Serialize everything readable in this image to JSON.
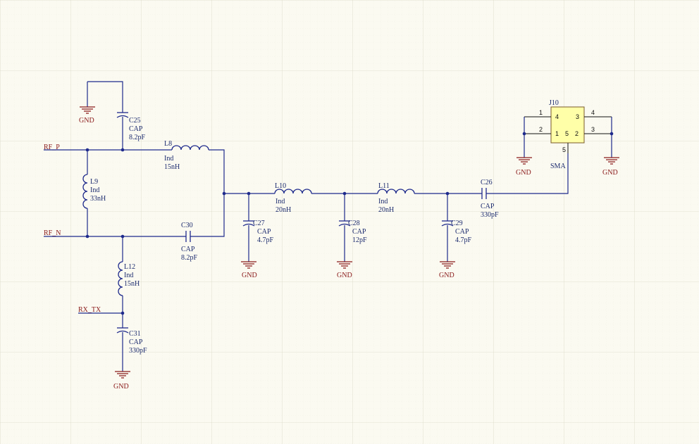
{
  "nets": {
    "rf_p": "RF_P",
    "rf_n": "RF_N",
    "rx_tx": "RX_TX",
    "gnd": "GND"
  },
  "components": {
    "c25": {
      "ref": "C25",
      "type": "CAP",
      "value": "8.2pF"
    },
    "l8": {
      "ref": "L8",
      "type": "Ind",
      "value": "15nH"
    },
    "l9": {
      "ref": "L9",
      "type": "Ind",
      "value": "33nH"
    },
    "c30": {
      "ref": "C30",
      "type": "CAP",
      "value": "8.2pF"
    },
    "l12": {
      "ref": "L12",
      "type": "Ind",
      "value": "15nH"
    },
    "c31": {
      "ref": "C31",
      "type": "CAP",
      "value": "330pF"
    },
    "l10": {
      "ref": "L10",
      "type": "Ind",
      "value": "20nH"
    },
    "c27": {
      "ref": "C27",
      "type": "CAP",
      "value": "4.7pF"
    },
    "c28": {
      "ref": "C28",
      "type": "CAP",
      "value": "12pF"
    },
    "l11": {
      "ref": "L11",
      "type": "Ind",
      "value": "20nH"
    },
    "c29": {
      "ref": "C29",
      "type": "CAP",
      "value": "4.7pF"
    },
    "c26": {
      "ref": "C26",
      "type": "CAP",
      "value": "330pF"
    },
    "j10": {
      "ref": "J10",
      "type": "SMA"
    }
  },
  "j10_pins": {
    "outer_1": "1",
    "outer_2": "2",
    "outer_3": "3",
    "outer_4": "4",
    "outer_5": "5",
    "inner_4": "4",
    "inner_3": "3",
    "inner_1": "1",
    "inner_5": "5",
    "inner_2": "2"
  },
  "colors": {
    "background": "#fbfaf1",
    "grid": "#e3e1d2",
    "wire": "#1e2a8c",
    "net_label": "#8a1a1a",
    "connector_body": "#ffffa8"
  }
}
